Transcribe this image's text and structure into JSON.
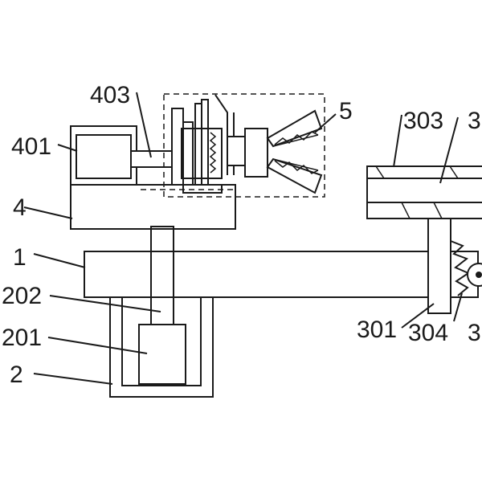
{
  "labels": {
    "l1": "1",
    "l2": "2",
    "l201": "201",
    "l202": "202",
    "l3a": "3",
    "l3b": "3",
    "l4": "4",
    "l401": "401",
    "l403": "403",
    "l5": "5",
    "l301": "301",
    "l303": "303",
    "l304": "304"
  }
}
